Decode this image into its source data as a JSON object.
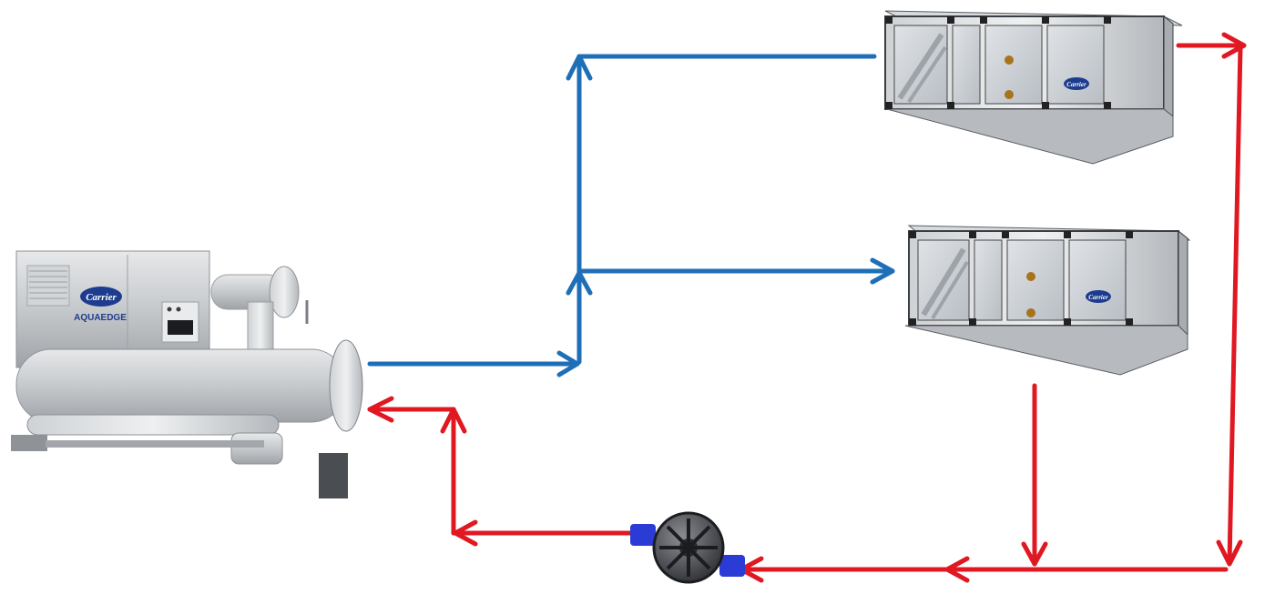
{
  "colors": {
    "supply": "#1f6fb8",
    "return": "#e01822",
    "equipment": "#c9cccf",
    "frame": "#3a3d42",
    "pump_body": "#4a4c50",
    "pump_connector": "#2a3bd6",
    "logo_blue": "#1d3c8f"
  },
  "icons": {
    "chiller": "chiller-icon",
    "air_handler": "air-handler-icon",
    "pump": "pump-icon"
  },
  "chiller": {
    "logo": "Carrier",
    "model": "AQUAEDGE"
  },
  "air_handlers": [
    {
      "logo": "Carrier"
    },
    {
      "logo": "Carrier"
    }
  ]
}
